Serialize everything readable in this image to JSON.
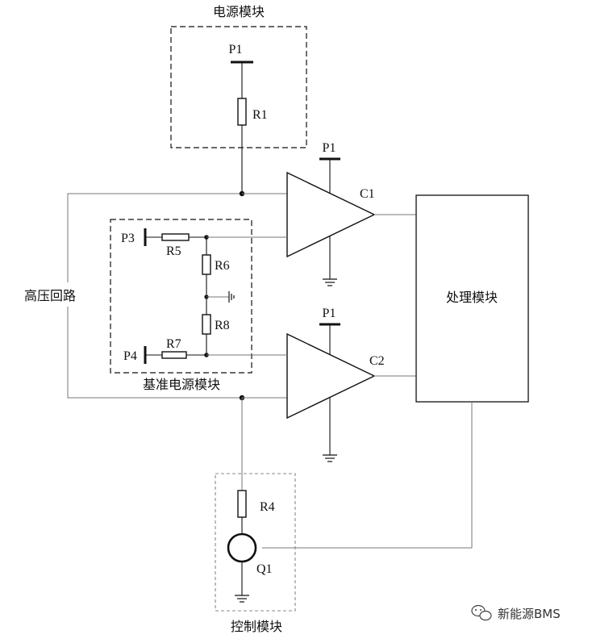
{
  "modules": {
    "power": "电源模块",
    "reference_power": "基准电源模块",
    "processing": "处理模块",
    "control": "控制模块",
    "high_voltage_loop": "高压回路"
  },
  "labels": {
    "p1_top": "P1",
    "p1_c1": "P1",
    "p1_c2": "P1",
    "p3": "P3",
    "p4": "P4",
    "r1": "R1",
    "r4": "R4",
    "r5": "R5",
    "r6": "R6",
    "r7": "R7",
    "r8": "R8",
    "c1": "C1",
    "c2": "C2",
    "q1": "Q1"
  },
  "watermark": {
    "text": "新能源BMS",
    "icon": "wechat-icon"
  }
}
